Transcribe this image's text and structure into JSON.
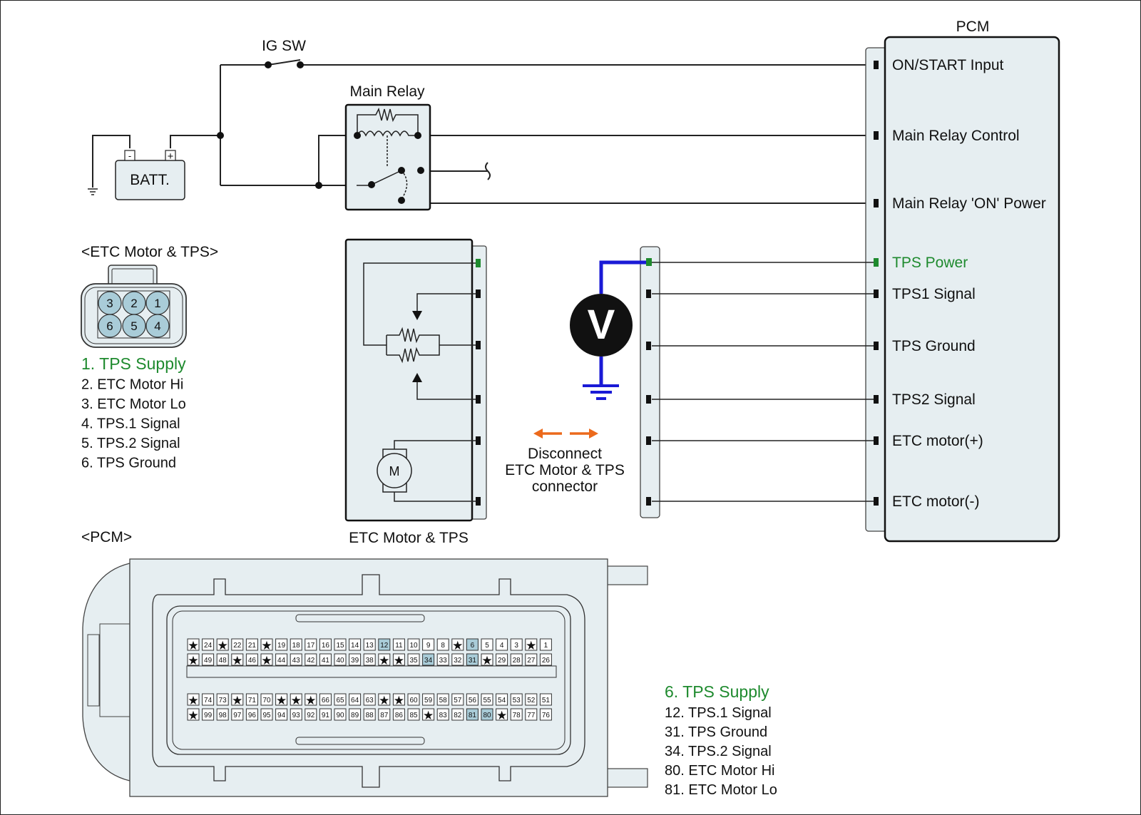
{
  "colors": {
    "box_fill": "#e6eef1",
    "wire": "#222222",
    "accent_green": "#1e8a2e",
    "probe_blue": "#1a1ad6",
    "arrow_orange": "#ec6a1c",
    "pin_highlight": "#a9ccd8"
  },
  "power": {
    "ig_switch_label": "IG SW",
    "battery_label": "BATT.",
    "battery_neg": "-",
    "battery_pos": "+",
    "main_relay_label": "Main Relay"
  },
  "pcm": {
    "title": "PCM",
    "terminals": [
      {
        "label": "ON/START Input",
        "highlight": false
      },
      {
        "label": "Main Relay Control",
        "highlight": false
      },
      {
        "label": "Main Relay 'ON' Power",
        "highlight": false
      },
      {
        "label": "TPS Power",
        "highlight": true
      },
      {
        "label": "TPS1 Signal",
        "highlight": false
      },
      {
        "label": "TPS Ground",
        "highlight": false
      },
      {
        "label": "TPS2 Signal",
        "highlight": false
      },
      {
        "label": "ETC motor(+)",
        "highlight": false
      },
      {
        "label": "ETC motor(-)",
        "highlight": false
      }
    ]
  },
  "etc_component": {
    "label": "ETC Motor & TPS",
    "motor_symbol": "M"
  },
  "meter": {
    "symbol": "V",
    "instruction_lines": [
      "Disconnect",
      "ETC Motor & TPS",
      "connector"
    ]
  },
  "etc_connector": {
    "title": "<ETC Motor & TPS>",
    "cavities_top": [
      "3",
      "2",
      "1"
    ],
    "cavities_bottom": [
      "6",
      "5",
      "4"
    ],
    "pins": [
      {
        "text": "1. TPS Supply",
        "highlight": true
      },
      {
        "text": "2. ETC Motor Hi",
        "highlight": false
      },
      {
        "text": "3. ETC Motor Lo",
        "highlight": false
      },
      {
        "text": "4. TPS.1 Signal",
        "highlight": false
      },
      {
        "text": "5. TPS.2 Signal",
        "highlight": false
      },
      {
        "text": "6. TPS Ground",
        "highlight": false
      }
    ]
  },
  "pcm_connector": {
    "title": "<PCM>",
    "rows": [
      [
        "*",
        "24",
        "*",
        "22",
        "21",
        "*",
        "19",
        "18",
        "17",
        "16",
        "15",
        "14",
        "13",
        "12",
        "11",
        "10",
        "9",
        "8",
        "*",
        "6",
        "5",
        "4",
        "3",
        "*",
        "1"
      ],
      [
        "*",
        "49",
        "48",
        "*",
        "46",
        "*",
        "44",
        "43",
        "42",
        "41",
        "40",
        "39",
        "38",
        "*",
        "*",
        "35",
        "34",
        "33",
        "32",
        "31",
        "*",
        "29",
        "28",
        "27",
        "26"
      ],
      [
        "*",
        "74",
        "73",
        "*",
        "71",
        "70",
        "*",
        "*",
        "*",
        "66",
        "65",
        "64",
        "63",
        "*",
        "*",
        "60",
        "59",
        "58",
        "57",
        "56",
        "55",
        "54",
        "53",
        "52",
        "51"
      ],
      [
        "*",
        "99",
        "98",
        "97",
        "96",
        "95",
        "94",
        "93",
        "92",
        "91",
        "90",
        "89",
        "88",
        "87",
        "86",
        "85",
        "*",
        "83",
        "82",
        "81",
        "80",
        "*",
        "78",
        "77",
        "76"
      ]
    ],
    "highlighted_pins": [
      "6",
      "12",
      "31",
      "34",
      "80",
      "81"
    ],
    "pins": [
      {
        "text": "6. TPS Supply",
        "highlight": true
      },
      {
        "text": "12. TPS.1 Signal",
        "highlight": false
      },
      {
        "text": "31. TPS Ground",
        "highlight": false
      },
      {
        "text": "34. TPS.2 Signal",
        "highlight": false
      },
      {
        "text": "80. ETC Motor Hi",
        "highlight": false
      },
      {
        "text": "81. ETC Motor Lo",
        "highlight": false
      }
    ]
  }
}
